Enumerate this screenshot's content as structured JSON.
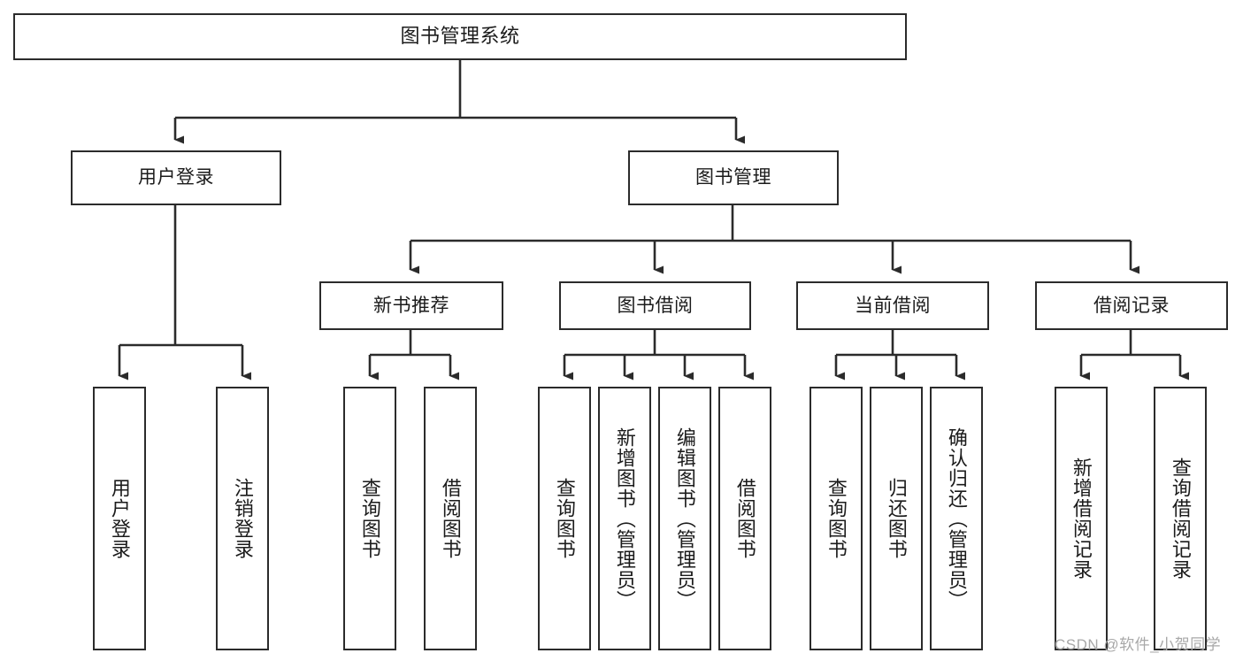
{
  "diagram": {
    "type": "tree-hierarchy-functional-decomposition",
    "title": "图书管理系统",
    "root": {
      "id": "root",
      "label": "图书管理系统"
    },
    "level2": [
      {
        "id": "user-login",
        "label": "用户登录"
      },
      {
        "id": "book-manage",
        "label": "图书管理"
      }
    ],
    "level3": [
      {
        "id": "new-book-rec",
        "label": "新书推荐"
      },
      {
        "id": "book-borrow",
        "label": "图书借阅"
      },
      {
        "id": "current-borrow",
        "label": "当前借阅"
      },
      {
        "id": "borrow-record",
        "label": "借阅记录"
      }
    ],
    "leaves": {
      "user_login": [
        {
          "id": "leaf-user-login",
          "label": "用户登录"
        },
        {
          "id": "leaf-logout",
          "label": "注销登录"
        }
      ],
      "new_book_rec": [
        {
          "id": "leaf-query-book-1",
          "label": "查询图书"
        },
        {
          "id": "leaf-borrow-book-1",
          "label": "借阅图书"
        }
      ],
      "book_borrow": [
        {
          "id": "leaf-query-book-2",
          "label": "查询图书"
        },
        {
          "id": "leaf-add-book",
          "label": "新增图书（管理员）"
        },
        {
          "id": "leaf-edit-book",
          "label": "编辑图书（管理员）"
        },
        {
          "id": "leaf-borrow-book-2",
          "label": "借阅图书"
        }
      ],
      "current_borrow": [
        {
          "id": "leaf-query-book-3",
          "label": "查询图书"
        },
        {
          "id": "leaf-return-book",
          "label": "归还图书"
        },
        {
          "id": "leaf-confirm-return",
          "label": "确认归还（管理员）"
        }
      ],
      "borrow_record": [
        {
          "id": "leaf-add-record",
          "label": "新增借阅记录"
        },
        {
          "id": "leaf-query-record",
          "label": "查询借阅记录"
        }
      ]
    },
    "colors": {
      "stroke": "#2b2b2b",
      "fill": "#ffffff",
      "text": "#1b1b1b",
      "watermark": "#a8a8a8"
    }
  },
  "watermark": {
    "text": "CSDN @软件_小贺同学"
  }
}
